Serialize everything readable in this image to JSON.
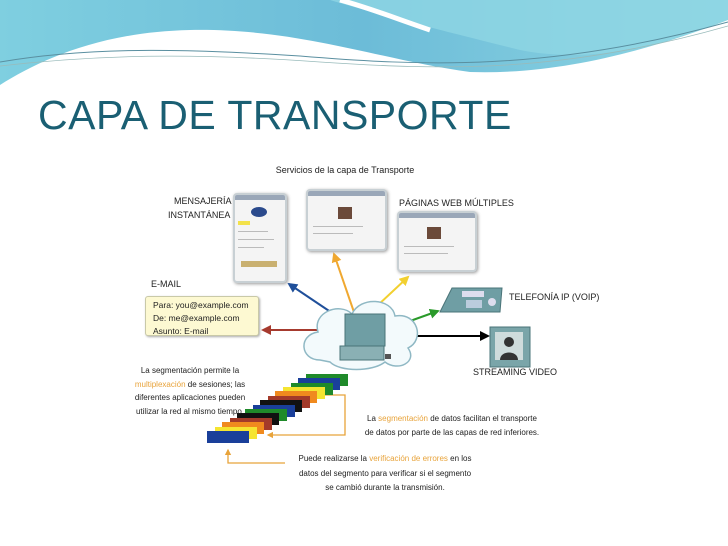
{
  "slide": {
    "title": "CAPA DE TRANSPORTE"
  },
  "diagram": {
    "heading": "Servicios de la capa de Transporte",
    "services": {
      "im_line1": "MENSAJERÍA",
      "im_line2": "INSTANTÁNEA",
      "web": "PÁGINAS WEB MÚLTIPLES",
      "email": "E-MAIL",
      "voip": "TELEFONÍA IP (VOIP)",
      "video": "STREAMING VIDEO"
    },
    "email_box": {
      "to": "Para: you@example.com",
      "from": "De: me@example.com",
      "subject": "Asunto: E-mail"
    },
    "notes": {
      "multiplex": {
        "l1": "La segmentación permite la",
        "hl": "multiplexación",
        "l2b": " de sesiones; las",
        "l3": "diferentes aplicaciones pueden",
        "l4": "utilizar la red al mismo tiempo."
      },
      "segment": {
        "pre": "La ",
        "hl": "segmentación",
        "post": " de datos facilitan el transporte",
        "l2": "de datos por parte de las capas de red inferiores."
      },
      "errors": {
        "pre": "Puede realizarse la ",
        "hl": "verificación de errores",
        "post": " en los",
        "l2": "datos del segmento para verificar si el segmento",
        "l3": "se cambió durante la transmisión."
      }
    },
    "colors": {
      "title": "#1a5f73",
      "highlight": "#e8a33a",
      "im_arrow": "#1f4f9a",
      "web_arrow_1": "#f0a830",
      "web_arrow_2": "#f2d030",
      "email_arrow": "#a63a2e",
      "voip_arrow": "#2a9a2a",
      "video_arrow": "#000000"
    }
  }
}
